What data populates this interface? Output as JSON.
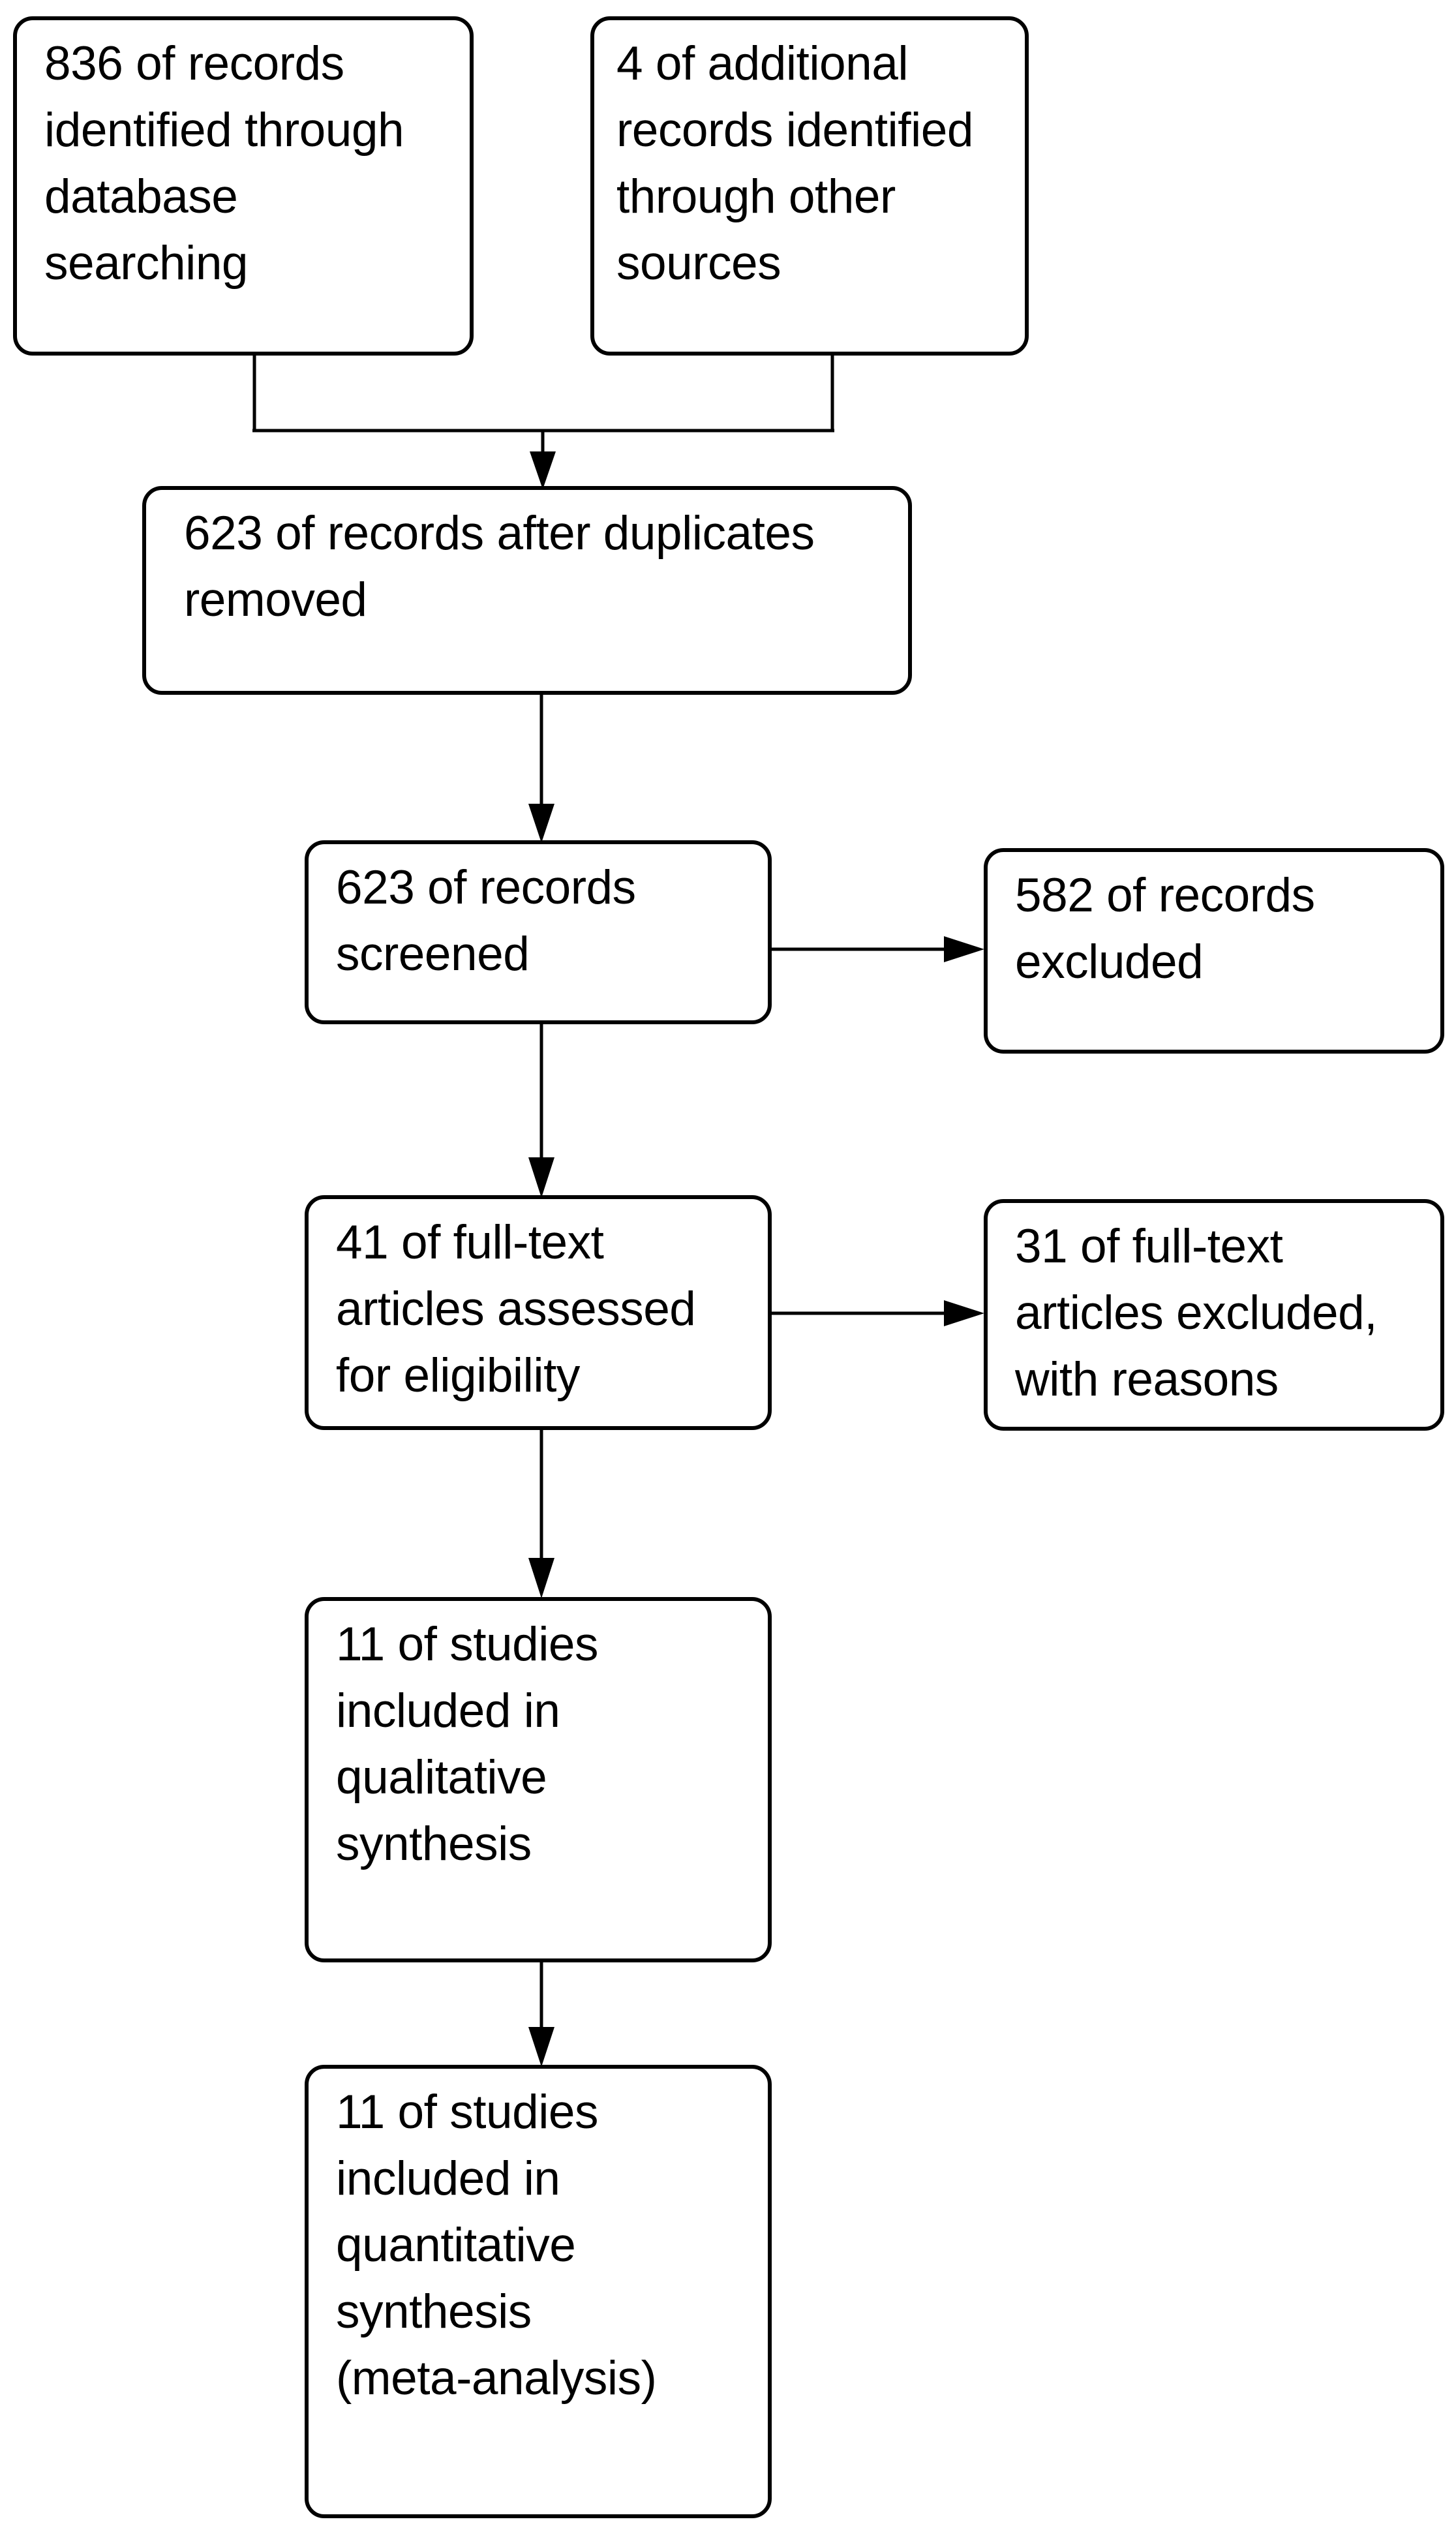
{
  "diagram_type": "flowchart",
  "colors": {
    "background": "#ffffff",
    "line": "#000000",
    "text": "#000000",
    "box_fill": "#ffffff"
  },
  "boxes": [
    {
      "role": "records identified through database searching",
      "lines": [
        "836 of records",
        "identified through",
        "database",
        "searching"
      ]
    },
    {
      "role": "additional records identified through other sources",
      "lines": [
        "4 of additional",
        "records identified",
        "through other",
        "sources"
      ]
    },
    {
      "role": "records after duplicates removed",
      "lines": [
        "623 of records after duplicates",
        "removed"
      ]
    },
    {
      "role": "records screened",
      "lines": [
        "623 of records",
        "screened"
      ]
    },
    {
      "role": "records excluded",
      "lines": [
        "582 of records",
        "excluded"
      ]
    },
    {
      "role": "full-text articles assessed for eligibility",
      "lines": [
        "41 of full-text",
        "articles assessed",
        "for eligibility"
      ]
    },
    {
      "role": "full-text articles excluded with reasons",
      "lines": [
        "31 of full-text",
        "articles excluded,",
        "with reasons"
      ]
    },
    {
      "role": "studies included in qualitative synthesis",
      "lines": [
        "11 of studies",
        "included in",
        "qualitative",
        "synthesis"
      ]
    },
    {
      "role": "studies included in quantitative synthesis (meta-analysis)",
      "lines": [
        "11 of studies",
        "included in",
        "quantitative",
        "synthesis",
        "(meta-analysis)"
      ]
    }
  ],
  "edges": [
    {
      "from": "records identified through database searching",
      "to": "records after duplicates removed",
      "direction": "down"
    },
    {
      "from": "additional records identified through other sources",
      "to": "records after duplicates removed",
      "direction": "down"
    },
    {
      "from": "records after duplicates removed",
      "to": "records screened",
      "direction": "down"
    },
    {
      "from": "records screened",
      "to": "records excluded",
      "direction": "right"
    },
    {
      "from": "records screened",
      "to": "full-text articles assessed for eligibility",
      "direction": "down"
    },
    {
      "from": "full-text articles assessed for eligibility",
      "to": "full-text articles excluded with reasons",
      "direction": "right"
    },
    {
      "from": "full-text articles assessed for eligibility",
      "to": "studies included in qualitative synthesis",
      "direction": "down"
    },
    {
      "from": "studies included in qualitative synthesis",
      "to": "studies included in quantitative synthesis (meta-analysis)",
      "direction": "down"
    }
  ]
}
